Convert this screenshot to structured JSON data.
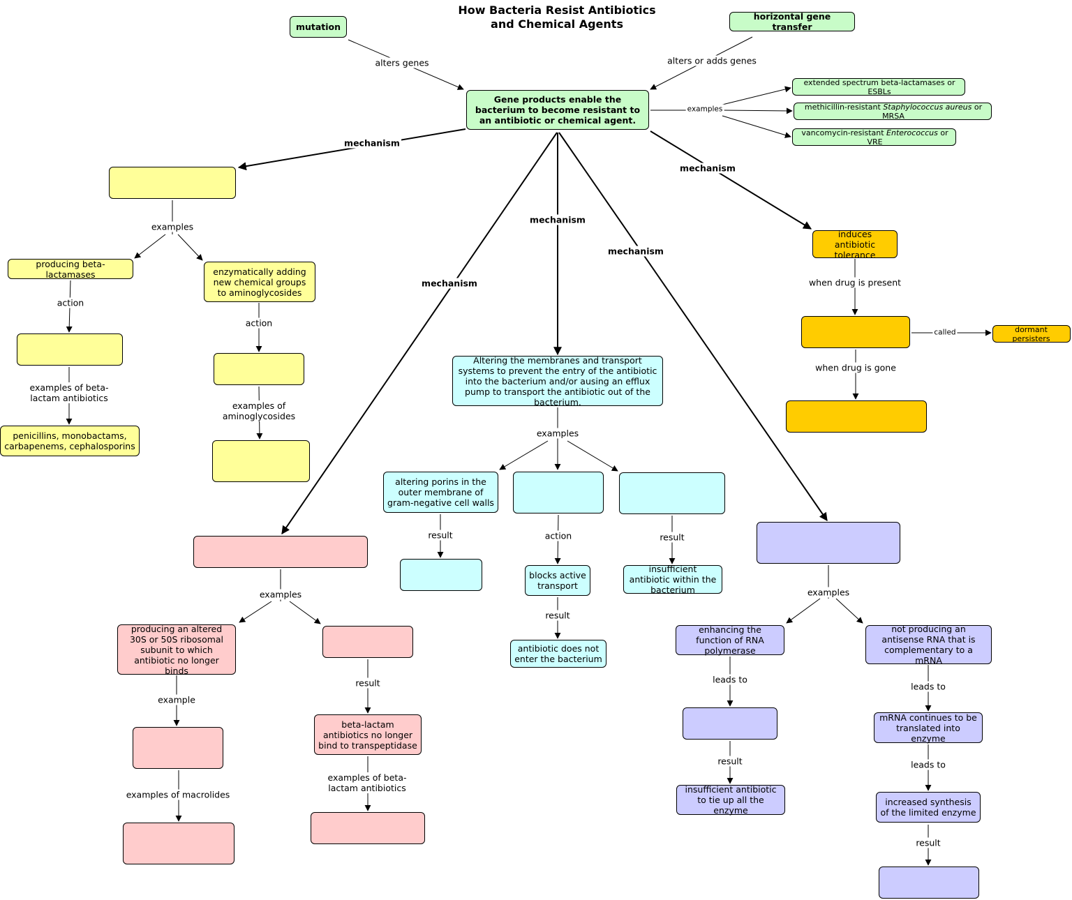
{
  "title": [
    "How Bacteria Resist Antibiotics",
    "and Chemical Agents"
  ],
  "nodes": {
    "mutation": "mutation",
    "hgt": "horizontal gene transfer",
    "gene_products": "Gene products enable the bacterium to become resistant to an antibiotic or chemical agent.",
    "esbl": "extended spectrum beta-lactamases or ESBLs",
    "mrsa_pre": "methicillin-resistant ",
    "mrsa_italic": "Staphylococcus aureus",
    "mrsa_post": " or MRSA",
    "vre_pre": "vancomycin-resistant ",
    "vre_italic": "Enterococcus",
    "vre_post": " or VRE",
    "enzyme_mech": "",
    "beta_lactamases": "producing beta-lactamases",
    "enzymatic_add": "enzymatically adding new chemical groups to aminoglycosides",
    "bl_action": "",
    "ag_action": "",
    "bl_examples": "penicillins, monobactams, carbapenems, cephalosporins",
    "ag_examples": "",
    "target_mech": "",
    "altered_ribosome": "producing an altered 30S or 50S ribosomal subunit to which antibiotic no longer binds",
    "altered_pbp": "",
    "macrolide_example": "",
    "macrolides": "",
    "bl_no_bind": "beta-lactam antibiotics no longer bind to transpeptidase",
    "bl_examples2": "",
    "membrane_mech": "Altering the membranes and transport systems to prevent the entry of the antibiotic into the bacterium and/or ausing an efflux pump to transport the antibiotic out of the bacterium.",
    "porins": "altering porins in the outer membrane of gram-negative cell walls",
    "porins_result": "",
    "transport_ex": "",
    "blocks_transport": "blocks active transport",
    "no_entry": "antibiotic does not enter the bacterium",
    "efflux_ex": "",
    "insufficient_within": "insufficient antibiotic within the bacterium",
    "tolerance": "induces antibiotic tolerance",
    "dormant_state": "",
    "dormant_persisters": "dormant persisters",
    "resume": "",
    "overproduce_mech": "",
    "rna_polymerase": "enhancing the function of RNA polymerase",
    "overproduction": "",
    "insufficient_tie": "insufficient antibiotic to tie up all the enzyme",
    "antisense": "not producing an antisense RNA that is complementary to a mRNA",
    "mrna_translated": "mRNA continues to be translated into enzyme",
    "increased_synthesis": "increased synthesis of the limited enzyme",
    "final_result": ""
  },
  "links": {
    "alters_genes": "alters genes",
    "alters_adds": "alters or adds genes",
    "examples_small": "examples",
    "mechanism": "mechanism",
    "examples": "examples",
    "action": "action",
    "ex_beta_lactam": [
      "examples of beta-",
      "lactam antibiotics"
    ],
    "ex_aminoglycosides": [
      "examples of",
      "aminoglycosides"
    ],
    "example": "example",
    "ex_macrolides": "examples of macrolides",
    "result": "result",
    "when_present": "when drug is present",
    "called": "called",
    "when_gone": "when drug is gone",
    "leads_to": "leads to"
  },
  "colors": {
    "green": "#c8fcc8",
    "yellow": "#ffff99",
    "orange": "#ffcc00",
    "cyan": "#ccffff",
    "pink": "#ffcccc",
    "lavender": "#ccccff"
  }
}
